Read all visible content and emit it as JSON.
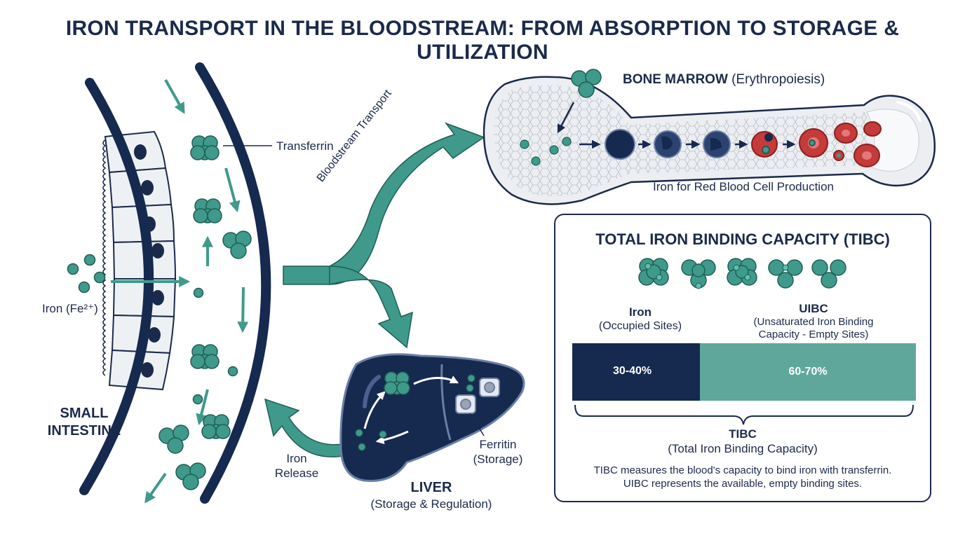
{
  "title": "IRON TRANSPORT IN THE BLOODSTREAM: FROM ABSORPTION TO STORAGE & UTILIZATION",
  "intestine": {
    "label_line1": "SMALL",
    "label_line2": "INTESTINE",
    "iron_label": "Iron (Fe²⁺)",
    "transferrin_label": "Transferrin"
  },
  "transport": {
    "bloodstream_label": "Bloodstream Transport"
  },
  "bone_marrow": {
    "title_bold": "BONE MARROW",
    "title_rest": "(Erythropoiesis)",
    "caption": "Iron for Red Blood Cell Production"
  },
  "liver": {
    "title": "LIVER",
    "subtitle": "(Storage & Regulation)",
    "ferritin_line1": "Ferritin",
    "ferritin_line2": "(Storage)",
    "release_line1": "Iron",
    "release_line2": "Release"
  },
  "tibc": {
    "title": "TOTAL IRON BINDING CAPACITY (TIBC)",
    "iron_title": "Iron",
    "iron_sub": "(Occupied Sites)",
    "uibc_title": "UIBC",
    "uibc_sub1": "(Unsaturated Iron Binding",
    "uibc_sub2": "Capacity - Empty Sites)",
    "occupied_pct": "30-40%",
    "empty_pct": "60-70%",
    "bracket_title": "TIBC",
    "bracket_sub": "(Total Iron Binding Capacity)",
    "note_line1": "TIBC measures the blood's capacity to bind iron with transferrin.",
    "note_line2": "UIBC represents the available, empty binding sites."
  },
  "colors": {
    "navy": "#16294f",
    "teal": "#3f9a8b",
    "teal_light": "#5fa79b",
    "red": "#c63a3a"
  }
}
